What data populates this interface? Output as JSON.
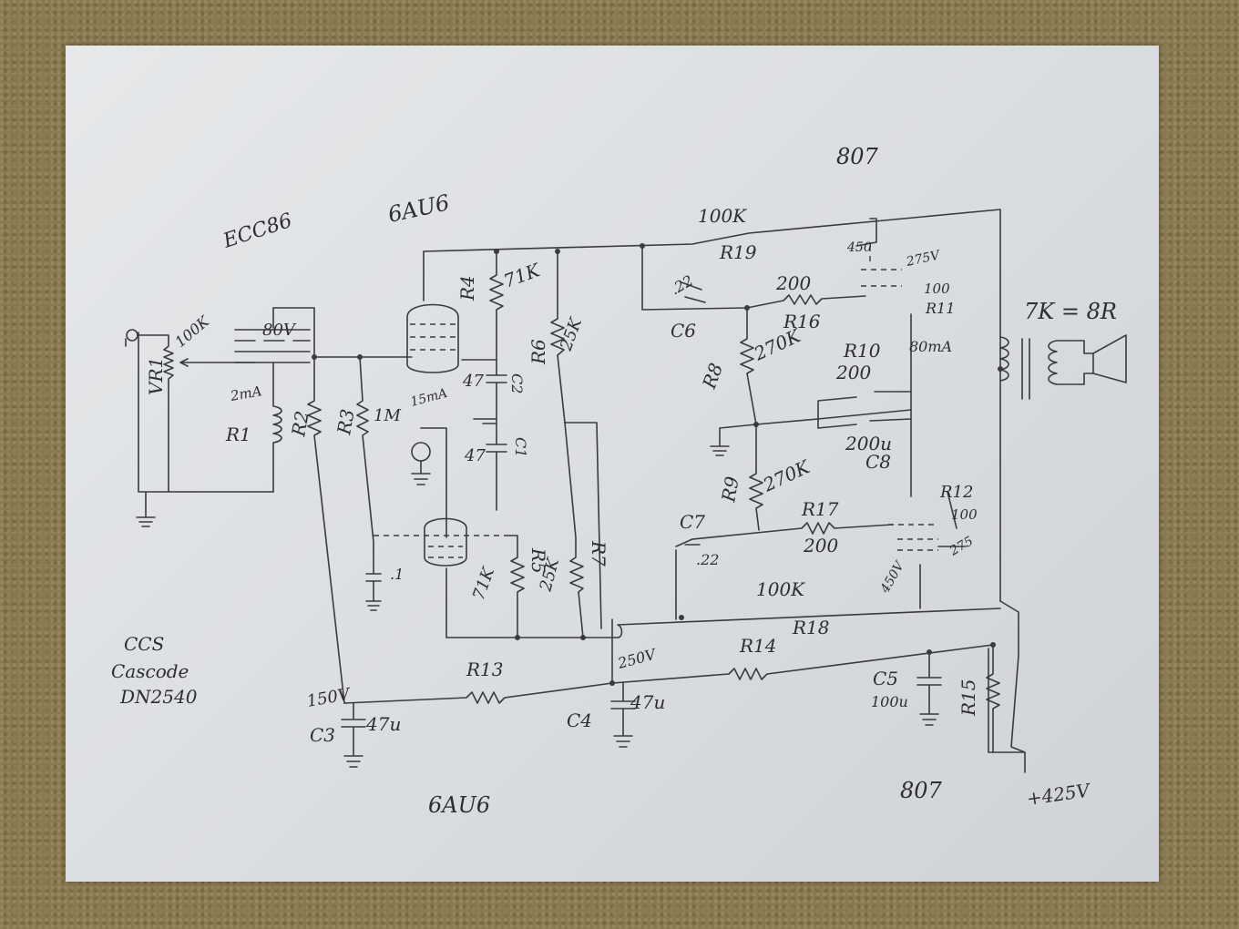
{
  "labels": {
    "tube_807_top": "807",
    "tube_807_bottom": "807",
    "tube_ecc86": "ECC86",
    "tube_6au6_top": "6AU6",
    "tube_6au6_bottom": "6AU6",
    "r19_value": "100K",
    "r19_name": "R19",
    "v_450": "450",
    "v_275": "275V",
    "r11_value": "100",
    "r11_name": "R11",
    "transformer": "7K = 8R",
    "c6_value": ".22",
    "c6_name": "C6",
    "r16_value": "200",
    "r16_name": "R16",
    "r4_name": "R4",
    "r4_value": "71K",
    "r6_name": "R6",
    "r6_value": "25K",
    "vr1_name": "VR1",
    "vr1_value": "100K",
    "v_80": "80V",
    "r8_name": "R8",
    "r8_value": "270K",
    "r10_name": "R10",
    "r10_value": "200",
    "i_80ma": "80mA",
    "c2_value": "47",
    "c2_name": "C2",
    "i_15ma": "15mA",
    "i_2ma": "2mA",
    "r1_name": "R1",
    "r2_name": "R2",
    "r3_name": "R3",
    "r3_value": "1M",
    "c1_value": "47",
    "c1_name": "C1",
    "c8_value": "200u",
    "c8_name": "C8",
    "r9_name": "R9",
    "r9_value": "270K",
    "r17_name": "R17",
    "r17_value": "200",
    "r12_name": "R12",
    "r12_value": "100",
    "v_275_b": "275",
    "c7_name": "C7",
    "c7_value": ".22",
    "c_01": ".1",
    "r5_value": "71K",
    "r5_name": "R5",
    "r7_value": "25K",
    "r7_name": "R7",
    "v_450_b": "450V",
    "r18_value": "100K",
    "r18_name": "R18",
    "ccs_line1": "CCS",
    "ccs_line2": "Cascode",
    "ccs_line3": "DN2540",
    "r13_name": "R13",
    "v_250": "250V",
    "r14_name": "R14",
    "v_150": "150V",
    "c3_name": "C3",
    "c3_value": "47u",
    "c4_name": "C4",
    "c4_value": "47u",
    "c5_name": "C5",
    "c5_value": "100u",
    "r15_name": "R15",
    "supply": "+425V"
  }
}
